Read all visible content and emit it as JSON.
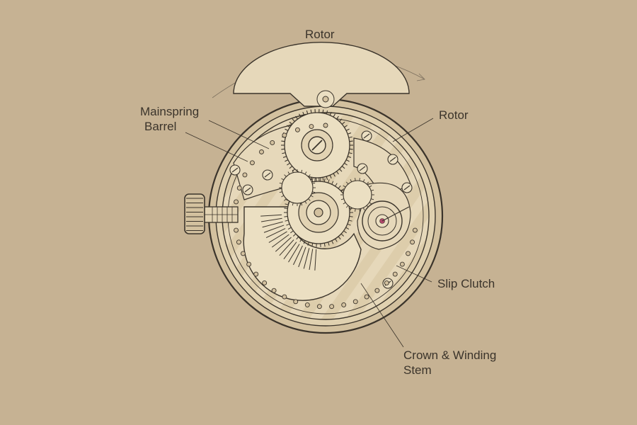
{
  "labels": {
    "rotor_top": "Rotor",
    "rotor_right": "Rotor",
    "mainspring_line1": "Mainspring",
    "mainspring_line2": "Barrel",
    "slip_clutch": "Slip Clutch",
    "crown_line1": "Crown & Winding",
    "crown_line2": "Stem"
  },
  "colors": {
    "background": "#c6b293",
    "ink": "#3b342b",
    "movement_fill": "#e2d3b3",
    "part_fill": "#ebdfc2",
    "jewel": "#b2476a"
  }
}
